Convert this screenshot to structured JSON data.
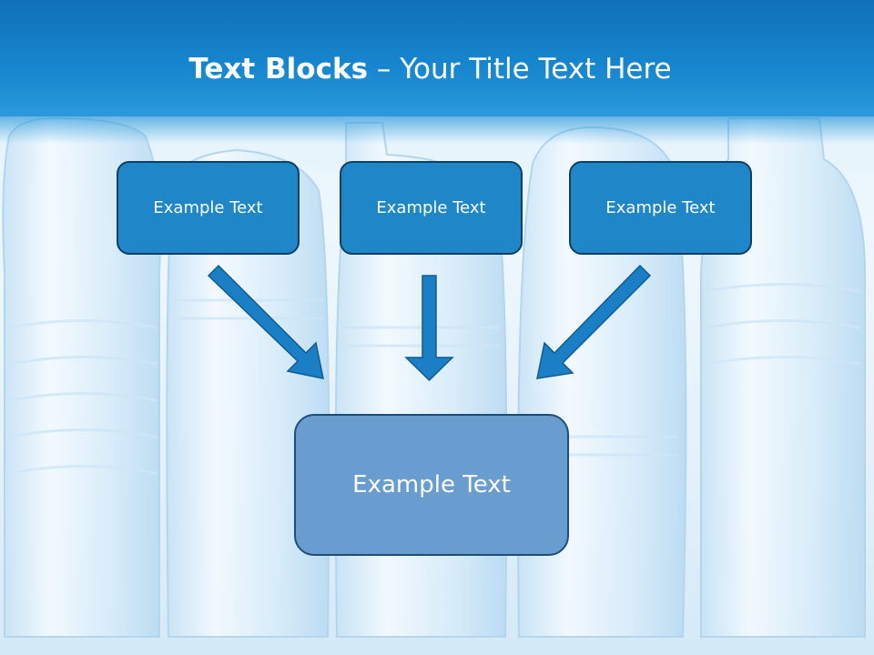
{
  "title": {
    "bold": "Text Blocks",
    "dash": " – ",
    "rest": "Your Title Text Here"
  },
  "boxes": [
    {
      "label": "Example Text"
    },
    {
      "label": "Example Text"
    },
    {
      "label": "Example Text"
    }
  ],
  "center_box": {
    "label": "Example Text"
  },
  "colors": {
    "header": "#1787cf",
    "box": "#1f86c8",
    "center_box": "#6a9dcf",
    "arrow": "#1a7fc4",
    "border": "#0f3f66"
  }
}
